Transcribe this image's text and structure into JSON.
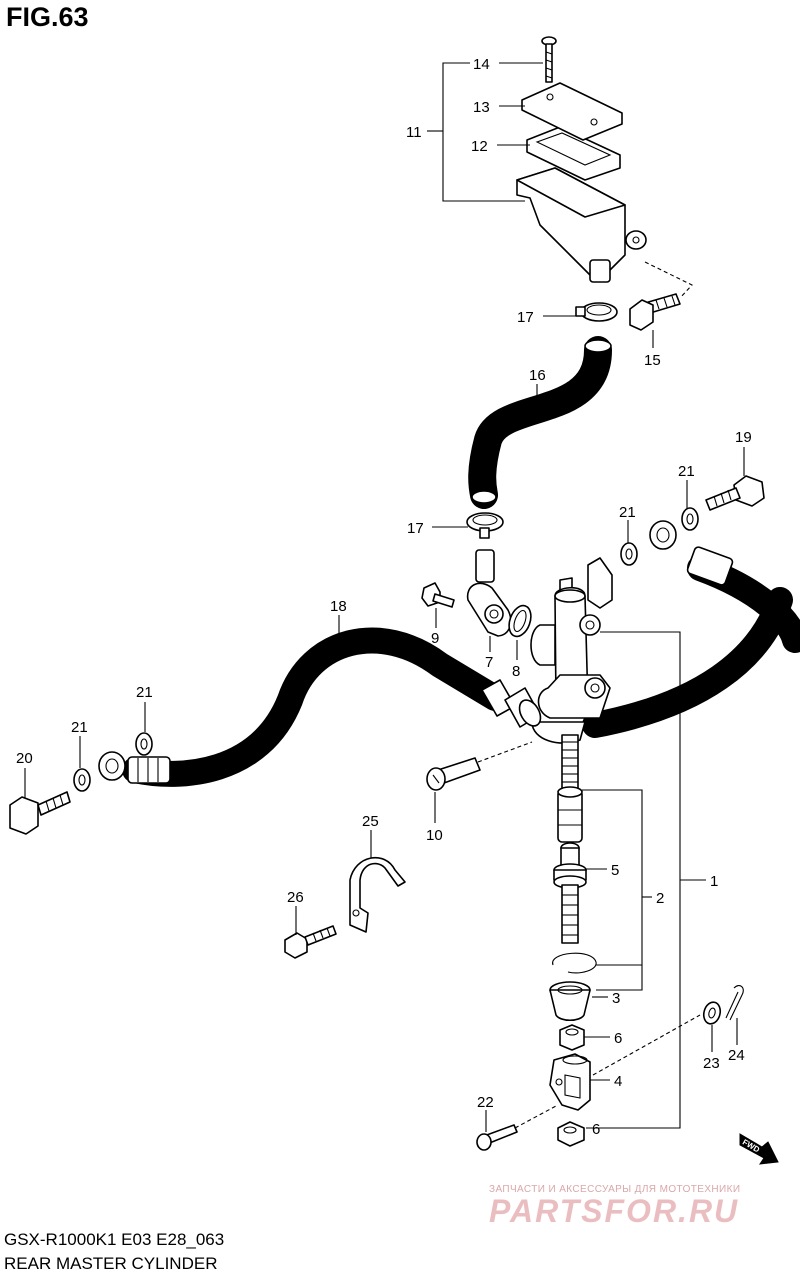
{
  "figure": {
    "title": "FIG.63",
    "model_code": "GSX-R1000K1 E03 E28_063",
    "assembly_name": "REAR MASTER CYLINDER"
  },
  "callouts": {
    "c1": "1",
    "c2": "2",
    "c3": "3",
    "c4": "4",
    "c5": "5",
    "c6a": "6",
    "c6b": "6",
    "c7": "7",
    "c8": "8",
    "c9": "9",
    "c10": "10",
    "c11": "11",
    "c12": "12",
    "c13": "13",
    "c14": "14",
    "c15": "15",
    "c16": "16",
    "c17a": "17",
    "c17b": "17",
    "c18": "18",
    "c19": "19",
    "c20": "20",
    "c21a": "21",
    "c21b": "21",
    "c21c": "21",
    "c21d": "21",
    "c22": "22",
    "c23": "23",
    "c24": "24",
    "c25": "25",
    "c26": "26"
  },
  "fwd_label": "FWD",
  "watermark": {
    "caption": "ЗАПЧАСТИ И АКСЕССУАРЫ ДЛЯ МОТОТЕХНИКИ",
    "logo_text": "PARTSFOR.RU",
    "color": "#c0393f"
  }
}
